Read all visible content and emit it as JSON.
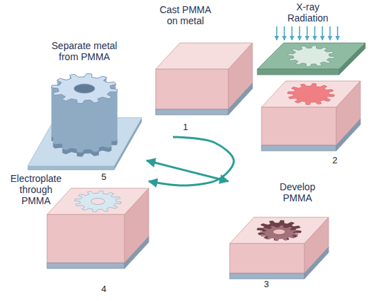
{
  "diagram": {
    "nodes": [
      {
        "text": [
          "Cast PMMA on metal",
          "1"
        ]
      },
      {
        "text": [
          "X-ray Radiation",
          "2"
        ]
      },
      {
        "text": [
          "Develop PMMA",
          "3"
        ]
      },
      {
        "text": [
          "Electroplate through PMMA",
          "4"
        ]
      },
      {
        "text": [
          "Separate metal from PMMA",
          "5"
        ]
      }
    ],
    "edges": [
      {
        "from": 0,
        "to": 3,
        "arrow": "to"
      },
      {
        "from": 4,
        "to": 2,
        "arrow": "both"
      }
    ]
  }
}
